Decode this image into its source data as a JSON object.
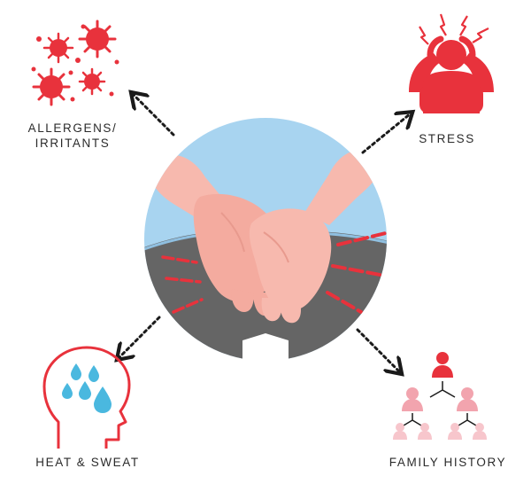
{
  "diagram": {
    "factors": {
      "allergens": {
        "label_lines": [
          "ALLERGENS/",
          "IRRITANTS"
        ],
        "icon": "virus-icon"
      },
      "stress": {
        "label": "STRESS",
        "icon": "stressed-person-icon"
      },
      "heat": {
        "label": "HEAT & SWEAT",
        "icon": "sweating-head-icon"
      },
      "family": {
        "label": "FAMILY HISTORY",
        "icon": "family-tree-icon"
      }
    },
    "center_icon": "scratching-hands-icon",
    "colors": {
      "accent_red": "#e8323c",
      "shirt_blue": "#a8d4f0",
      "pants_gray": "#656565",
      "skin": "#f7b9ae",
      "sweat_blue": "#4ab8df",
      "family_pink": "#f2a4ae",
      "family_light": "#f7c6cc",
      "arrow": "#1a1a1a"
    }
  }
}
